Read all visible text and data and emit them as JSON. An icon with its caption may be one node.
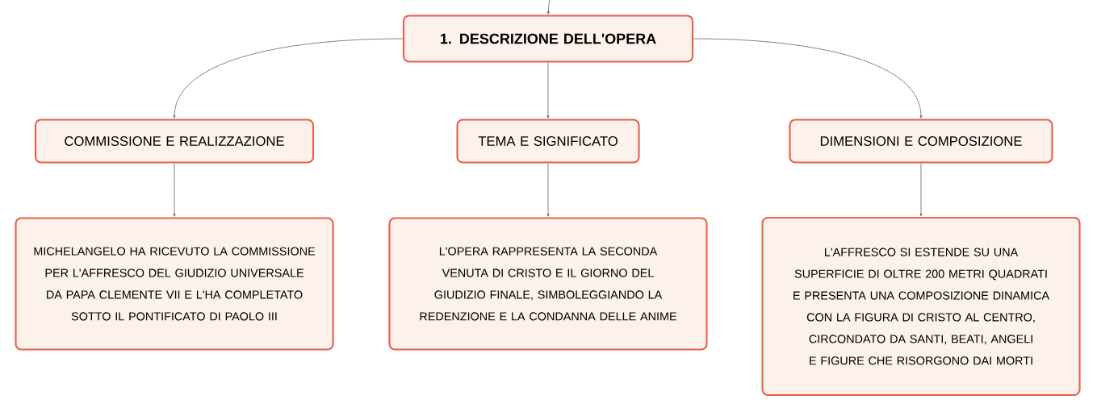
{
  "diagram": {
    "nodes": [
      {
        "text": [
          "1. DESCRIZIONE DELL'OPERA"
        ]
      },
      {
        "text": [
          "COMMISSIONE E REALIZZAZIONE"
        ]
      },
      {
        "text": [
          "TEMA E SIGNIFICATO"
        ]
      },
      {
        "text": [
          "DIMENSIONI E COMPOSIZIONE"
        ]
      },
      {
        "text": [
          "MICHELANGELO HA RICEVUTO LA COMMISSIONE PER L'AFFRESCO DEL GIUDIZIO UNIVERSALE DA PAPA CLEMENTE VII E L'HA COMPLETATO SOTTO IL PONTIFICATO DI PAOLO III"
        ]
      },
      {
        "text": [
          "L'OPERA RAPPRESENTA LA SECONDA VENUTA DI CRISTO E IL GIORNO DEL GIUDIZIO FINALE, SIMBOLEGGIANDO LA REDENZIONE E LA CONDANNA DELLE ANIME"
        ]
      },
      {
        "text": [
          "L'AFFRESCO SI ESTENDE SU UNA SUPERFICIE DI OLTRE 200 METRI QUADRATI E PRESENTA UNA COMPOSIZIONE DINAMICA CON LA FIGURA DI CRISTO AL CENTRO, CIRCONDATO DA SANTI, BEATI, ANGELI E FIGURE CHE RISORGONO DAI MORTI"
        ]
      }
    ],
    "edges": [
      {
        "from": null,
        "to": 0,
        "arrow": "to"
      },
      {
        "from": 0,
        "to": 1,
        "arrow": "to"
      },
      {
        "from": 0,
        "to": 2,
        "arrow": "to"
      },
      {
        "from": 0,
        "to": 3,
        "arrow": "to"
      },
      {
        "from": 1,
        "to": 4,
        "arrow": "to"
      },
      {
        "from": 2,
        "to": 5,
        "arrow": "to"
      },
      {
        "from": 3,
        "to": 6,
        "arrow": "to"
      }
    ]
  }
}
